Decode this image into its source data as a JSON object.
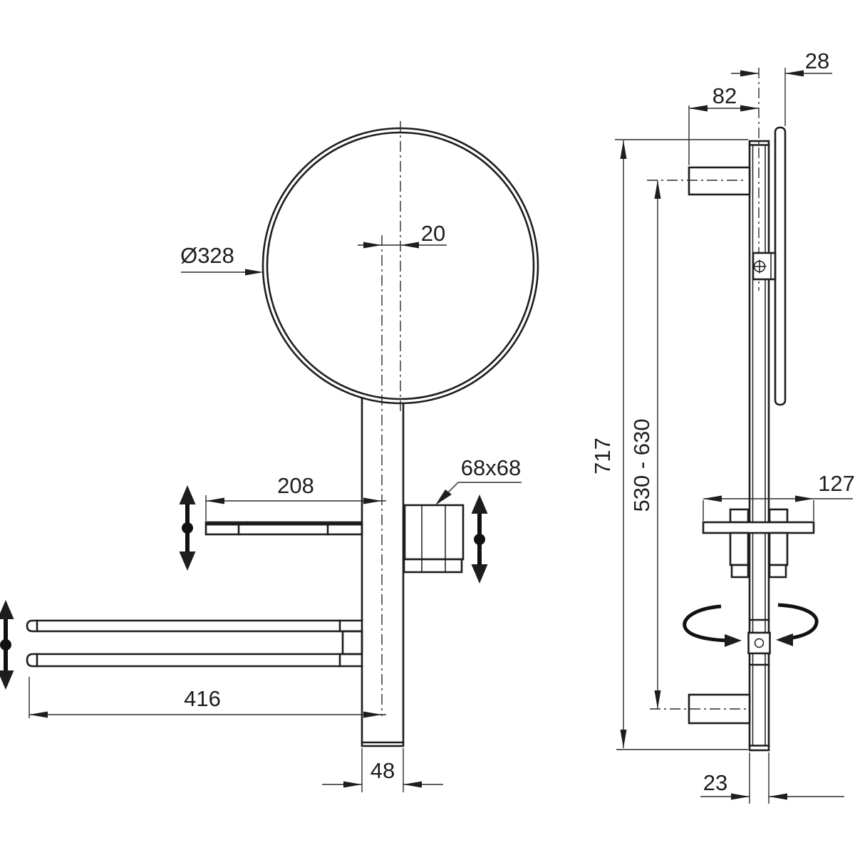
{
  "colors": {
    "line": "#1d1d1b",
    "dim_line": "#2b2b2b",
    "background": "#ffffff"
  },
  "front_view": {
    "labels": {
      "mirror_diameter": "Ø328",
      "center_offset": "20",
      "shelf_length": "208",
      "holder_size": "68x68",
      "towel_bar_length": "416",
      "bar_width": "48"
    }
  },
  "side_view": {
    "labels": {
      "bracket_depth": "82",
      "mirror_front_offset": "28",
      "total_height": "717",
      "mounting_height_range": "530 - 630",
      "shelf_depth": "127",
      "rail_depth": "23"
    }
  }
}
